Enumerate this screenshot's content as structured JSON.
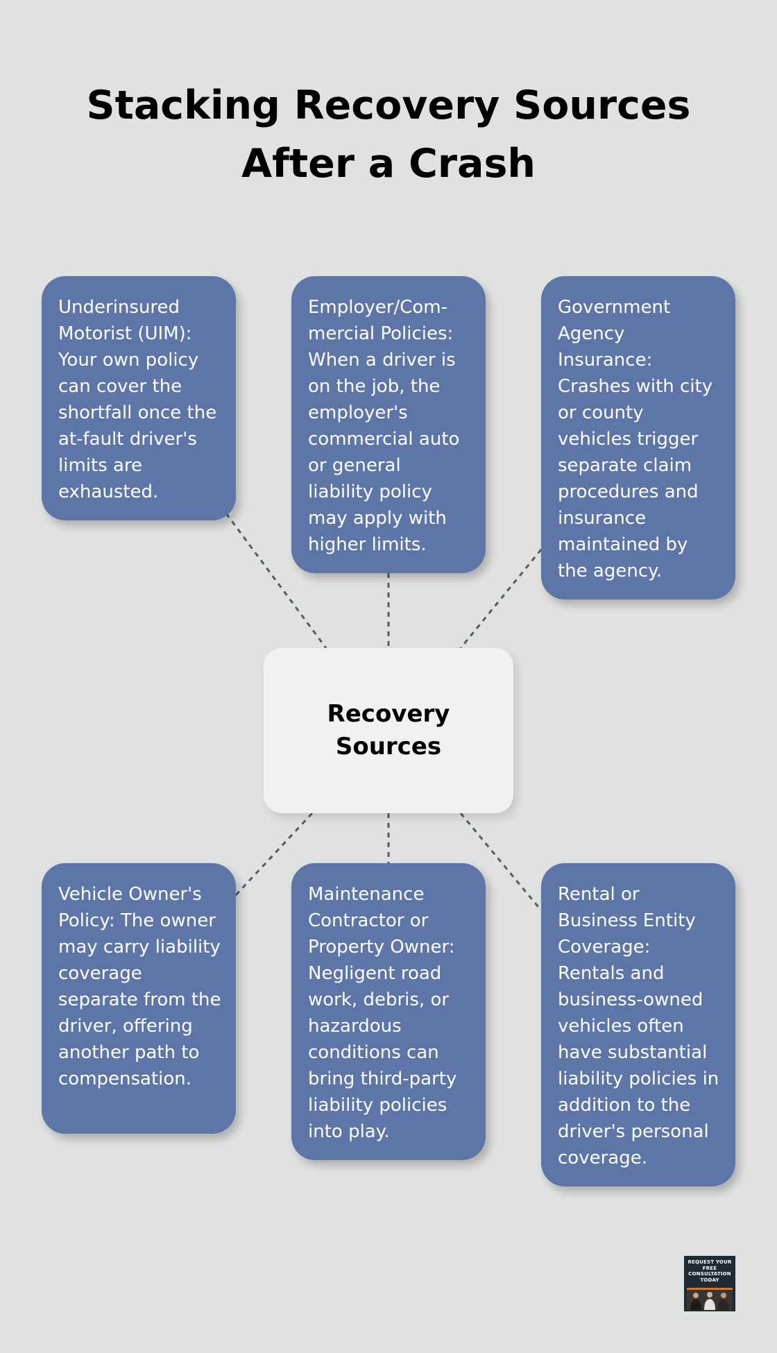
{
  "title": "Stacking Recovery Sources After a Crash",
  "center": {
    "label": "Recovery Sources"
  },
  "cards": [
    {
      "text": "Underinsured Motorist (UIM): Your own policy can cover the shortfall once the at-fault driver's limits are exhausted."
    },
    {
      "text": "Employer/Com­mercial Policies: When a driver is on the job, the employer's commercial auto or general liability policy may apply with higher limits."
    },
    {
      "text": "Government Agency Insurance: Crashes with city or county vehicles trigger separate claim procedures and insurance maintained by the agency."
    },
    {
      "text": "Vehicle Owner's Policy: The owner may carry liability coverage separate from the driver, offering another path to compensation."
    },
    {
      "text": "Maintenance Contractor or Property Owner: Negligent road work, debris, or hazardous conditions can bring third-party liability policies into play."
    },
    {
      "text": "Rental or Business Entity Coverage: Rentals and business-owned vehicles often have substantial liability policies in addition to the driver's personal coverage."
    }
  ],
  "badge": {
    "text": "REQUEST YOUR FREE CONSULTATION TODAY"
  },
  "colors": {
    "background": "#e0e2e1",
    "card": "#5d76a7",
    "center": "#eff1f3",
    "connector": "#555a5d"
  }
}
